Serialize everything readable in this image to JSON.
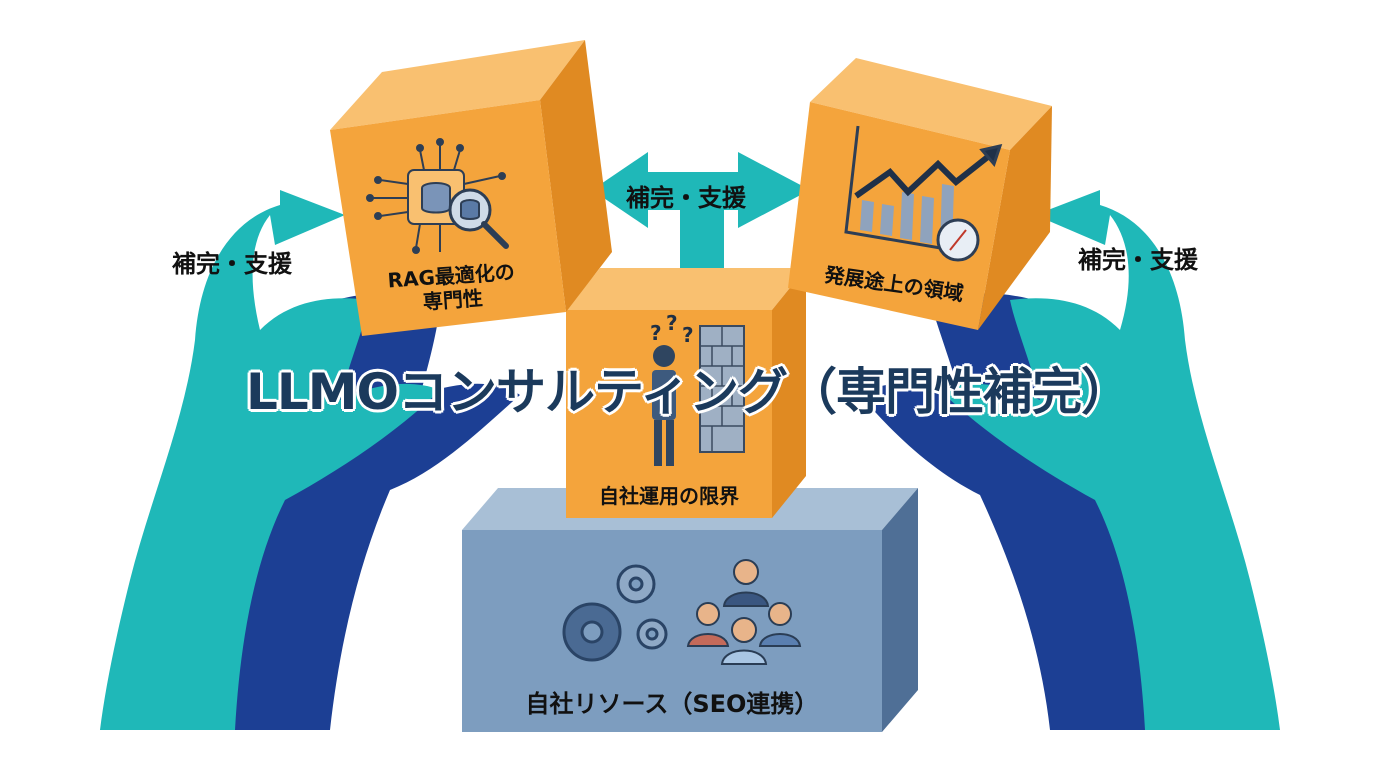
{
  "title": "LLMOコンサルティング（専門性補完）",
  "support_label_left": "補完・支援",
  "support_label_center": "補完・支援",
  "support_label_right": "補完・支援",
  "boxes": {
    "top_left": {
      "line1": "RAG最適化の",
      "line2": "専門性",
      "icon": "circuit-database-search-icon"
    },
    "top_right": {
      "label": "発展途上の領域",
      "icon": "growth-chart-compass-icon"
    },
    "middle": {
      "label": "自社運用の限界",
      "icon": "confused-person-wall-icon"
    },
    "base": {
      "label": "自社リソース（SEO連携）",
      "icon": "gears-team-icon"
    }
  },
  "colors": {
    "orange": "#f4a43c",
    "orange_dark": "#e08a22",
    "teal": "#1fb8b8",
    "navy": "#1c3f94",
    "steel": "#7d9dbf",
    "title": "#1b3a5c"
  }
}
